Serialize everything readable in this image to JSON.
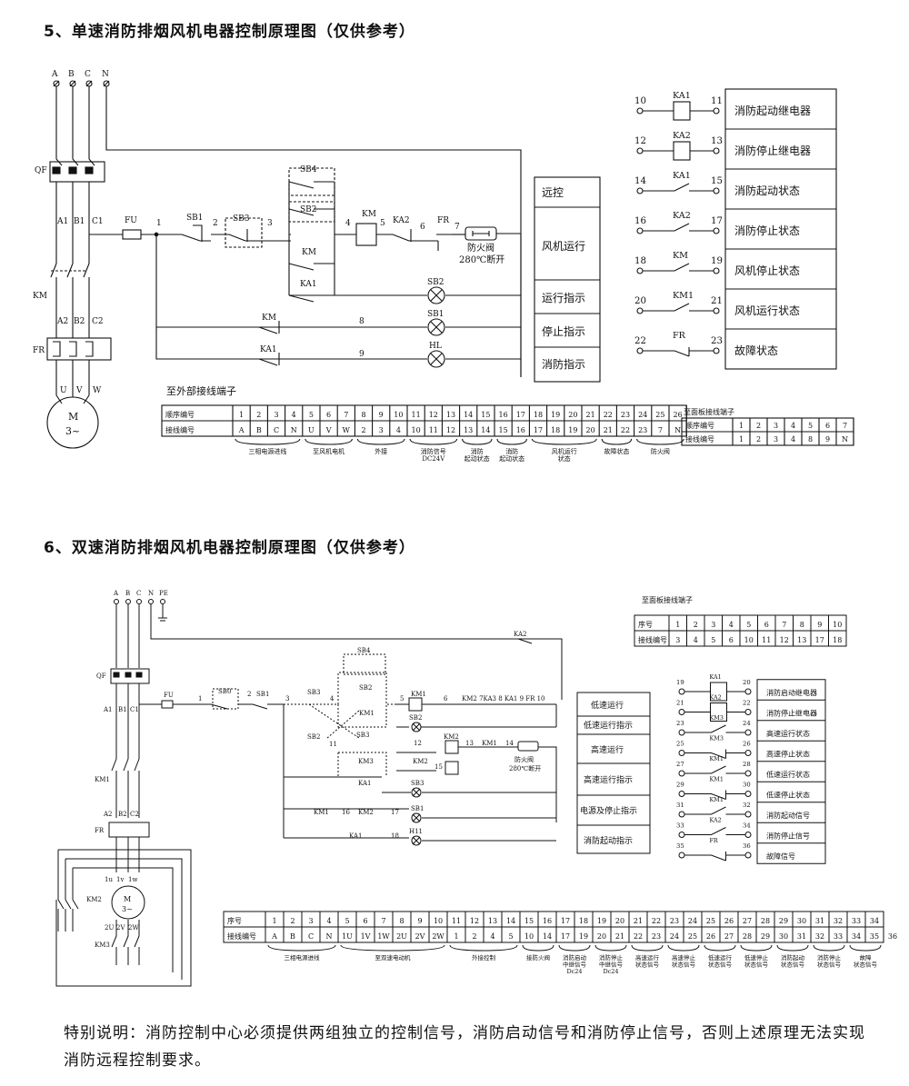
{
  "sections": {
    "single": {
      "title": "5、单速消防排烟风机电器控制原理图（仅供参考）",
      "phase_labels": [
        "A",
        "B",
        "C",
        "N"
      ],
      "labels": {
        "qf": "QF",
        "a1": "A1",
        "b1": "B1",
        "c1": "C1",
        "fu": "FU",
        "km_main": "KM",
        "a2": "A2",
        "b2": "B2",
        "c2": "C2",
        "fr": "FR",
        "u": "U",
        "v": "V",
        "w": "W",
        "motor_m": "M",
        "motor_3": "3~",
        "sb1": "SB1",
        "sb3": "SB3",
        "sb4": "SB4",
        "sb2": "SB2",
        "km_aux": "KM",
        "ka1": "KA1",
        "km_coil": "KM",
        "ka2": "KA2",
        "fr_c": "FR",
        "n1": "1",
        "n2": "2",
        "n3": "3",
        "n4": "4",
        "n5": "5",
        "n6": "6",
        "n7": "7",
        "n8": "8",
        "n9": "9",
        "valve_name": "防火阀",
        "valve_spec": "280℃断开",
        "lamp_sb2": "SB2",
        "lamp_sb1": "SB1",
        "lamp_hl": "HL",
        "km_ind": "KM",
        "ka1_ind": "KA1"
      },
      "function_boxes": [
        "远控",
        "风机运行",
        "运行指示",
        "停止指示",
        "消防指示"
      ],
      "relays": [
        {
          "left": "10",
          "right": "11",
          "contact": "KA1",
          "kind": "coil",
          "desc": "消防起动继电器"
        },
        {
          "left": "12",
          "right": "13",
          "contact": "KA2",
          "kind": "coil",
          "desc": "消防停止继电器"
        },
        {
          "left": "14",
          "right": "15",
          "contact": "KA1",
          "kind": "no",
          "desc": "消防起动状态"
        },
        {
          "left": "16",
          "right": "17",
          "contact": "KA2",
          "kind": "no",
          "desc": "消防停止状态"
        },
        {
          "left": "18",
          "right": "19",
          "contact": "KM",
          "kind": "no",
          "desc": "风机停止状态"
        },
        {
          "left": "20",
          "right": "21",
          "contact": "KM1",
          "kind": "no",
          "desc": "风机运行状态"
        },
        {
          "left": "22",
          "right": "23",
          "contact": "FR",
          "kind": "nc",
          "desc": "故障状态"
        }
      ],
      "external_terminals": {
        "title": "至外部接线端子",
        "row_labels": [
          "顺序编号",
          "接线编号"
        ],
        "seq": [
          "1",
          "2",
          "3",
          "4",
          "5",
          "6",
          "7",
          "8",
          "9",
          "10",
          "11",
          "12",
          "13",
          "14",
          "15",
          "16",
          "17",
          "18",
          "19",
          "20",
          "21",
          "22",
          "23",
          "24",
          "25",
          "26"
        ],
        "wire": [
          "A",
          "B",
          "C",
          "N",
          "U",
          "V",
          "W",
          "2",
          "3",
          "4",
          "10",
          "11",
          "12",
          "13",
          "14",
          "15",
          "16",
          "17",
          "18",
          "19",
          "20",
          "21",
          "22",
          "23",
          "7",
          "N"
        ],
        "groups": [
          {
            "label": "三相电源进线",
            "from": 0,
            "to": 3
          },
          {
            "label": "至风机电机",
            "from": 4,
            "to": 6
          },
          {
            "label": "外接",
            "from": 7,
            "to": 9
          },
          {
            "label": "消防信号\nDC24V",
            "from": 10,
            "to": 12
          },
          {
            "label": "消防\n起动状态",
            "from": 13,
            "to": 14
          },
          {
            "label": "消防\n起动状态",
            "from": 15,
            "to": 16
          },
          {
            "label": "风机运行\n状态",
            "from": 17,
            "to": 20
          },
          {
            "label": "故障状态",
            "from": 21,
            "to": 22
          },
          {
            "label": "防火阀",
            "from": 23,
            "to": 25
          }
        ]
      },
      "panel_terminals": {
        "title": "至面板接线端子",
        "row_labels": [
          "顺序编号",
          "接线编号"
        ],
        "seq": [
          "1",
          "2",
          "3",
          "4",
          "5",
          "6",
          "7"
        ],
        "wire": [
          "1",
          "2",
          "3",
          "4",
          "8",
          "9",
          "N"
        ]
      }
    },
    "dual": {
      "title": "6、双速消防排烟风机电器控制原理图（仅供参考）",
      "phase_labels": [
        "A",
        "B",
        "C",
        "N",
        "PE"
      ],
      "labels": {
        "qf": "QF",
        "a1": "A1",
        "b1": "B1",
        "c1": "C1",
        "fu": "FU",
        "km1": "KM1",
        "a2": "A2",
        "b2": "B2",
        "c2": "C2",
        "fr": "FR",
        "u1": "1u",
        "v1": "1v",
        "w1": "1w",
        "km2": "KM2",
        "u2": "2U",
        "v2": "2V",
        "w2": "2W",
        "km3": "KM3",
        "motor_m": "M",
        "motor_3": "3~",
        "ka2_top": "KA2",
        "sb0": "SB0",
        "sb1": "SB1",
        "sb3": "SB3",
        "sb4": "SB4",
        "sb2a": "SB2",
        "sb3b": "SB3",
        "sb2b": "SB2",
        "km1_c": "KM1",
        "km3_c": "KM3",
        "ka1_c": "KA1",
        "km1_lamp": "KM1",
        "km2_lamp": "KM2",
        "km1_coil": "KM1",
        "km2_coil": "KM2",
        "km3_coil": "KM3",
        "chain": "KM2 7KA3 8 KA1 9 FR 10",
        "km1_13": "KM1",
        "n13": "13",
        "n14": "14",
        "valve_name": "防火阀",
        "valve_spec": "280℃断开",
        "lamp_sb2": "SB2",
        "lamp_sb3": "SB3",
        "lamp_sb1": "SB1",
        "lamp_h11": "H11",
        "km1_16": "KM1",
        "km2_16": "KM2",
        "ka1_18": "KA1",
        "n1": "1",
        "n2": "2",
        "n3": "3",
        "n4": "4",
        "n5": "5",
        "n6": "6",
        "n11": "11",
        "n12": "12",
        "n15": "15",
        "n16": "16",
        "n17": "17",
        "n18": "18"
      },
      "function_boxes": [
        "低速运行",
        "低速运行指示",
        "高速运行",
        "高速运行指示",
        "电源及停止指示",
        "消防起动指示"
      ],
      "relays": [
        {
          "left": "19",
          "right": "20",
          "contact": "KA1",
          "kind": "coil",
          "desc": "消防启动继电器"
        },
        {
          "left": "21",
          "right": "22",
          "contact": "KA2",
          "kind": "coil",
          "desc": "消防停止继电器"
        },
        {
          "left": "23",
          "right": "24",
          "contact": "KM3",
          "kind": "no",
          "desc": "高速运行状态"
        },
        {
          "left": "25",
          "right": "26",
          "contact": "KM3",
          "kind": "nc",
          "desc": "高速停止状态"
        },
        {
          "left": "27",
          "right": "28",
          "contact": "KM1",
          "kind": "no",
          "desc": "低速运行状态"
        },
        {
          "left": "29",
          "right": "30",
          "contact": "KM1",
          "kind": "nc",
          "desc": "低速停止状态"
        },
        {
          "left": "31",
          "right": "32",
          "contact": "KM1",
          "kind": "no",
          "desc": "消防起动信号"
        },
        {
          "left": "33",
          "right": "34",
          "contact": "KA2",
          "kind": "no",
          "desc": "消防停止信号"
        },
        {
          "left": "35",
          "right": "36",
          "contact": "FR",
          "kind": "nc",
          "desc": "故障信号"
        }
      ],
      "panel_terminals": {
        "title": "至面板接线端子",
        "row_labels": [
          "序号",
          "接线编号"
        ],
        "seq": [
          "1",
          "2",
          "3",
          "4",
          "5",
          "6",
          "7",
          "8",
          "9",
          "10"
        ],
        "wire": [
          "3",
          "4",
          "5",
          "6",
          "10",
          "11",
          "12",
          "13",
          "17",
          "18"
        ]
      },
      "external_terminals": {
        "row_labels": [
          "序号",
          "接线编号"
        ],
        "seq": [
          "1",
          "2",
          "3",
          "4",
          "5",
          "6",
          "7",
          "8",
          "9",
          "10",
          "11",
          "12",
          "13",
          "14",
          "15",
          "16",
          "17",
          "18",
          "19",
          "20",
          "21",
          "22",
          "23",
          "24",
          "25",
          "26",
          "27",
          "28",
          "29",
          "30",
          "31",
          "32",
          "33",
          "34"
        ],
        "wire": [
          "A",
          "B",
          "C",
          "N",
          "1U",
          "1V",
          "1W",
          "2U",
          "2V",
          "2W",
          "1",
          "2",
          "4",
          "5",
          "10",
          "14",
          "17",
          "19",
          "20",
          "21",
          "22",
          "23",
          "24",
          "25",
          "26",
          "27",
          "28",
          "29",
          "30",
          "31",
          "32",
          "33",
          "34",
          "35",
          "36"
        ],
        "groups": [
          {
            "label": "三相电源进线",
            "from": 0,
            "to": 3
          },
          {
            "label": "至双速电动机",
            "from": 4,
            "to": 9
          },
          {
            "label": "外接控制",
            "from": 10,
            "to": 13
          },
          {
            "label": "接防火阀",
            "from": 14,
            "to": 15
          },
          {
            "label": "消防启动\n中继信号\nDc24",
            "from": 16,
            "to": 17
          },
          {
            "label": "消防停止\n中继信号\nDc24",
            "from": 18,
            "to": 19
          },
          {
            "label": "高速运行\n状态信号",
            "from": 20,
            "to": 21
          },
          {
            "label": "高速停止\n状态信号",
            "from": 22,
            "to": 23
          },
          {
            "label": "低速运行\n状态信号",
            "from": 24,
            "to": 25
          },
          {
            "label": "低速停止\n状态信号",
            "from": 26,
            "to": 27
          },
          {
            "label": "消防起动\n状态信号",
            "from": 28,
            "to": 29
          },
          {
            "label": "消防停止\n状态信号",
            "from": 30,
            "to": 31
          },
          {
            "label": "故障\n状态信号",
            "from": 32,
            "to": 33
          }
        ]
      }
    }
  },
  "note": "特别说明：消防控制中心必须提供两组独立的控制信号，消防启动信号和消防停止信号，否则上述原理无法实现消防远程控制要求。"
}
